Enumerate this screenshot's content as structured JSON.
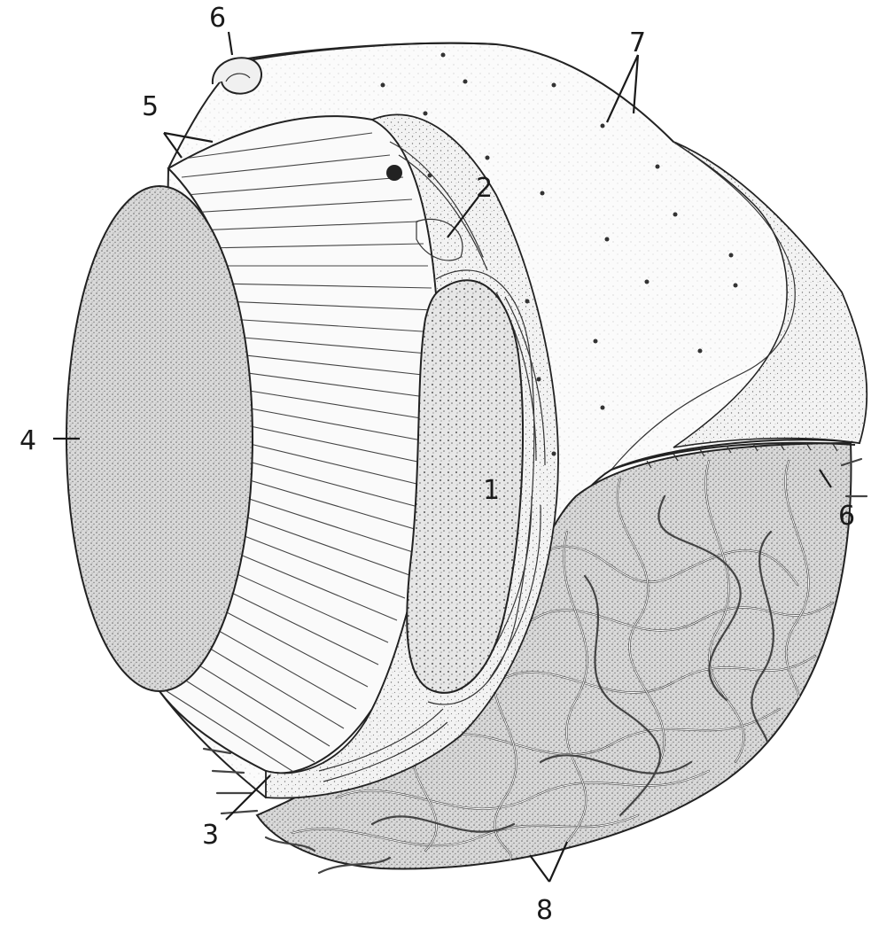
{
  "figure": {
    "labels": {
      "l1": "1",
      "l2": "2",
      "l3": "3",
      "l4": "4",
      "l5": "5",
      "l6_top": "6",
      "l6_right": "6",
      "l7": "7",
      "l8": "8"
    }
  }
}
